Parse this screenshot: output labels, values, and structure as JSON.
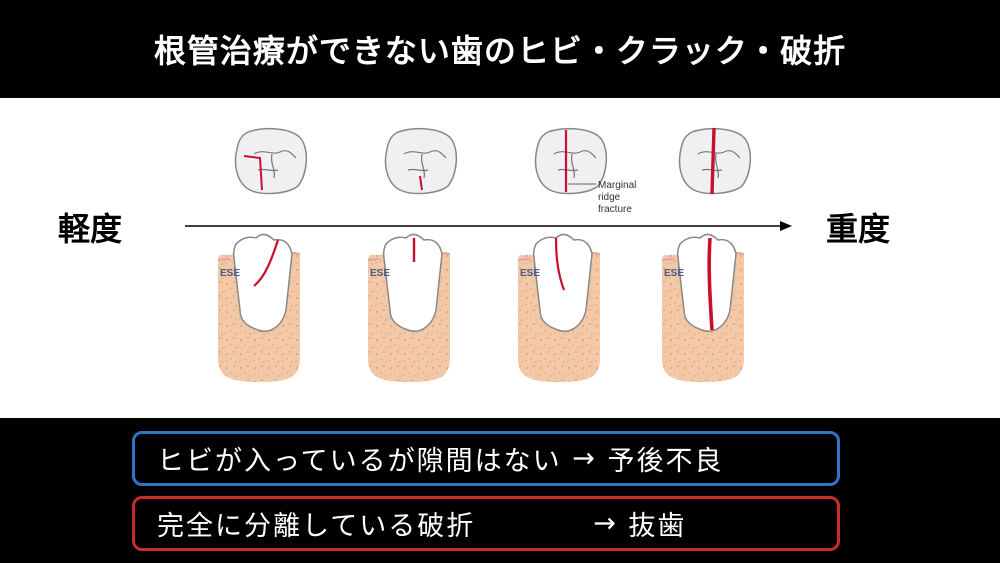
{
  "title": "根管治療ができない歯のヒビ・クラック・破折",
  "scale": {
    "left_label": "軽度",
    "right_label": "重度"
  },
  "figure": {
    "annotation_lines": [
      "Marginal",
      "ridge",
      "fracture"
    ],
    "ese_label": "ESE",
    "colors": {
      "gum": "#f2c9a8",
      "crack": "#c8102e",
      "gum_edge": "#e8a0a6"
    }
  },
  "notes": [
    {
      "text": "ヒビが入っているが隙間はない",
      "arrow": "→",
      "result": "予後不良",
      "color": "#2f74c9"
    },
    {
      "text": "完全に分離している破折",
      "arrow": "→",
      "result": "抜歯",
      "color": "#c72b2b"
    }
  ]
}
